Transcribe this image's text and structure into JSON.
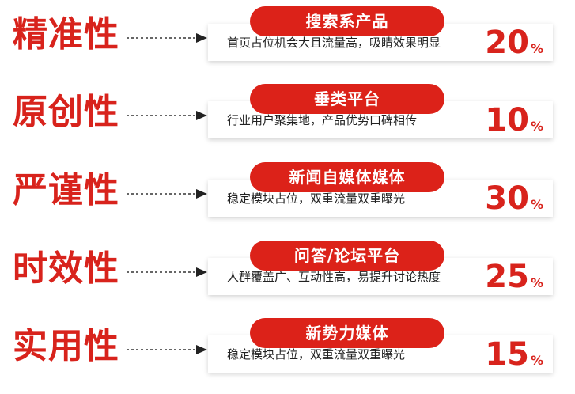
{
  "items": [
    {
      "attribute": "精准性",
      "channel": "搜索系产品",
      "description": "首页占位机会大且流量高，吸睛效果明显",
      "percent": "20",
      "unit": "%"
    },
    {
      "attribute": "原创性",
      "channel": "垂类平台",
      "description": "行业用户聚集地，产品优势口碑相传",
      "percent": "10",
      "unit": "%"
    },
    {
      "attribute": "严谨性",
      "channel": "新闻自媒体媒体",
      "description": "稳定模块占位，双重流量双重曝光",
      "percent": "30",
      "unit": "%"
    },
    {
      "attribute": "时效性",
      "channel": "问答/论坛平台",
      "description": "人群覆盖广、互动性高，易提升讨论热度",
      "percent": "25",
      "unit": "%"
    },
    {
      "attribute": "实用性",
      "channel": "新势力媒体",
      "description": "稳定模块占位，双重流量双重曝光",
      "percent": "15",
      "unit": "%"
    }
  ],
  "colors": {
    "accent": "#d8231c",
    "pill": "#dc2219",
    "text": "#222222"
  }
}
